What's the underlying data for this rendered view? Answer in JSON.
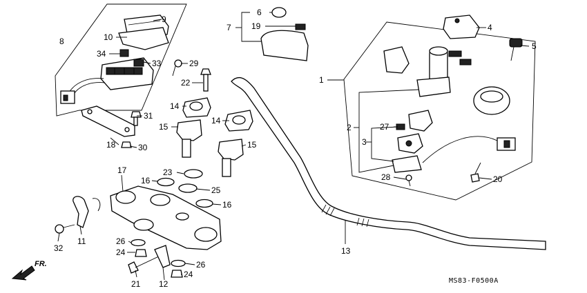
{
  "diagram": {
    "code": "MS83-F0500A",
    "direction_label": "FR.",
    "callouts": [
      {
        "id": "c1",
        "text": "1"
      },
      {
        "id": "c2",
        "text": "2"
      },
      {
        "id": "c3",
        "text": "3"
      },
      {
        "id": "c4",
        "text": "4"
      },
      {
        "id": "c5",
        "text": "5"
      },
      {
        "id": "c6",
        "text": "6"
      },
      {
        "id": "c7",
        "text": "7"
      },
      {
        "id": "c8",
        "text": "8"
      },
      {
        "id": "c9",
        "text": "9"
      },
      {
        "id": "c10",
        "text": "10"
      },
      {
        "id": "c11",
        "text": "11"
      },
      {
        "id": "c12",
        "text": "12"
      },
      {
        "id": "c13",
        "text": "13"
      },
      {
        "id": "c14a",
        "text": "14"
      },
      {
        "id": "c14b",
        "text": "14"
      },
      {
        "id": "c15a",
        "text": "15"
      },
      {
        "id": "c15b",
        "text": "15"
      },
      {
        "id": "c16a",
        "text": "16"
      },
      {
        "id": "c16b",
        "text": "16"
      },
      {
        "id": "c17",
        "text": "17"
      },
      {
        "id": "c18",
        "text": "18"
      },
      {
        "id": "c19",
        "text": "19"
      },
      {
        "id": "c20",
        "text": "20"
      },
      {
        "id": "c21",
        "text": "21"
      },
      {
        "id": "c22",
        "text": "22"
      },
      {
        "id": "c23",
        "text": "23"
      },
      {
        "id": "c24a",
        "text": "24"
      },
      {
        "id": "c24b",
        "text": "24"
      },
      {
        "id": "c25",
        "text": "25"
      },
      {
        "id": "c26a",
        "text": "26"
      },
      {
        "id": "c26b",
        "text": "26"
      },
      {
        "id": "c27",
        "text": "27"
      },
      {
        "id": "c28",
        "text": "28"
      },
      {
        "id": "c29",
        "text": "29"
      },
      {
        "id": "c30",
        "text": "30"
      },
      {
        "id": "c31",
        "text": "31"
      },
      {
        "id": "c32",
        "text": "32"
      },
      {
        "id": "c33",
        "text": "33"
      },
      {
        "id": "c34",
        "text": "34"
      }
    ]
  }
}
